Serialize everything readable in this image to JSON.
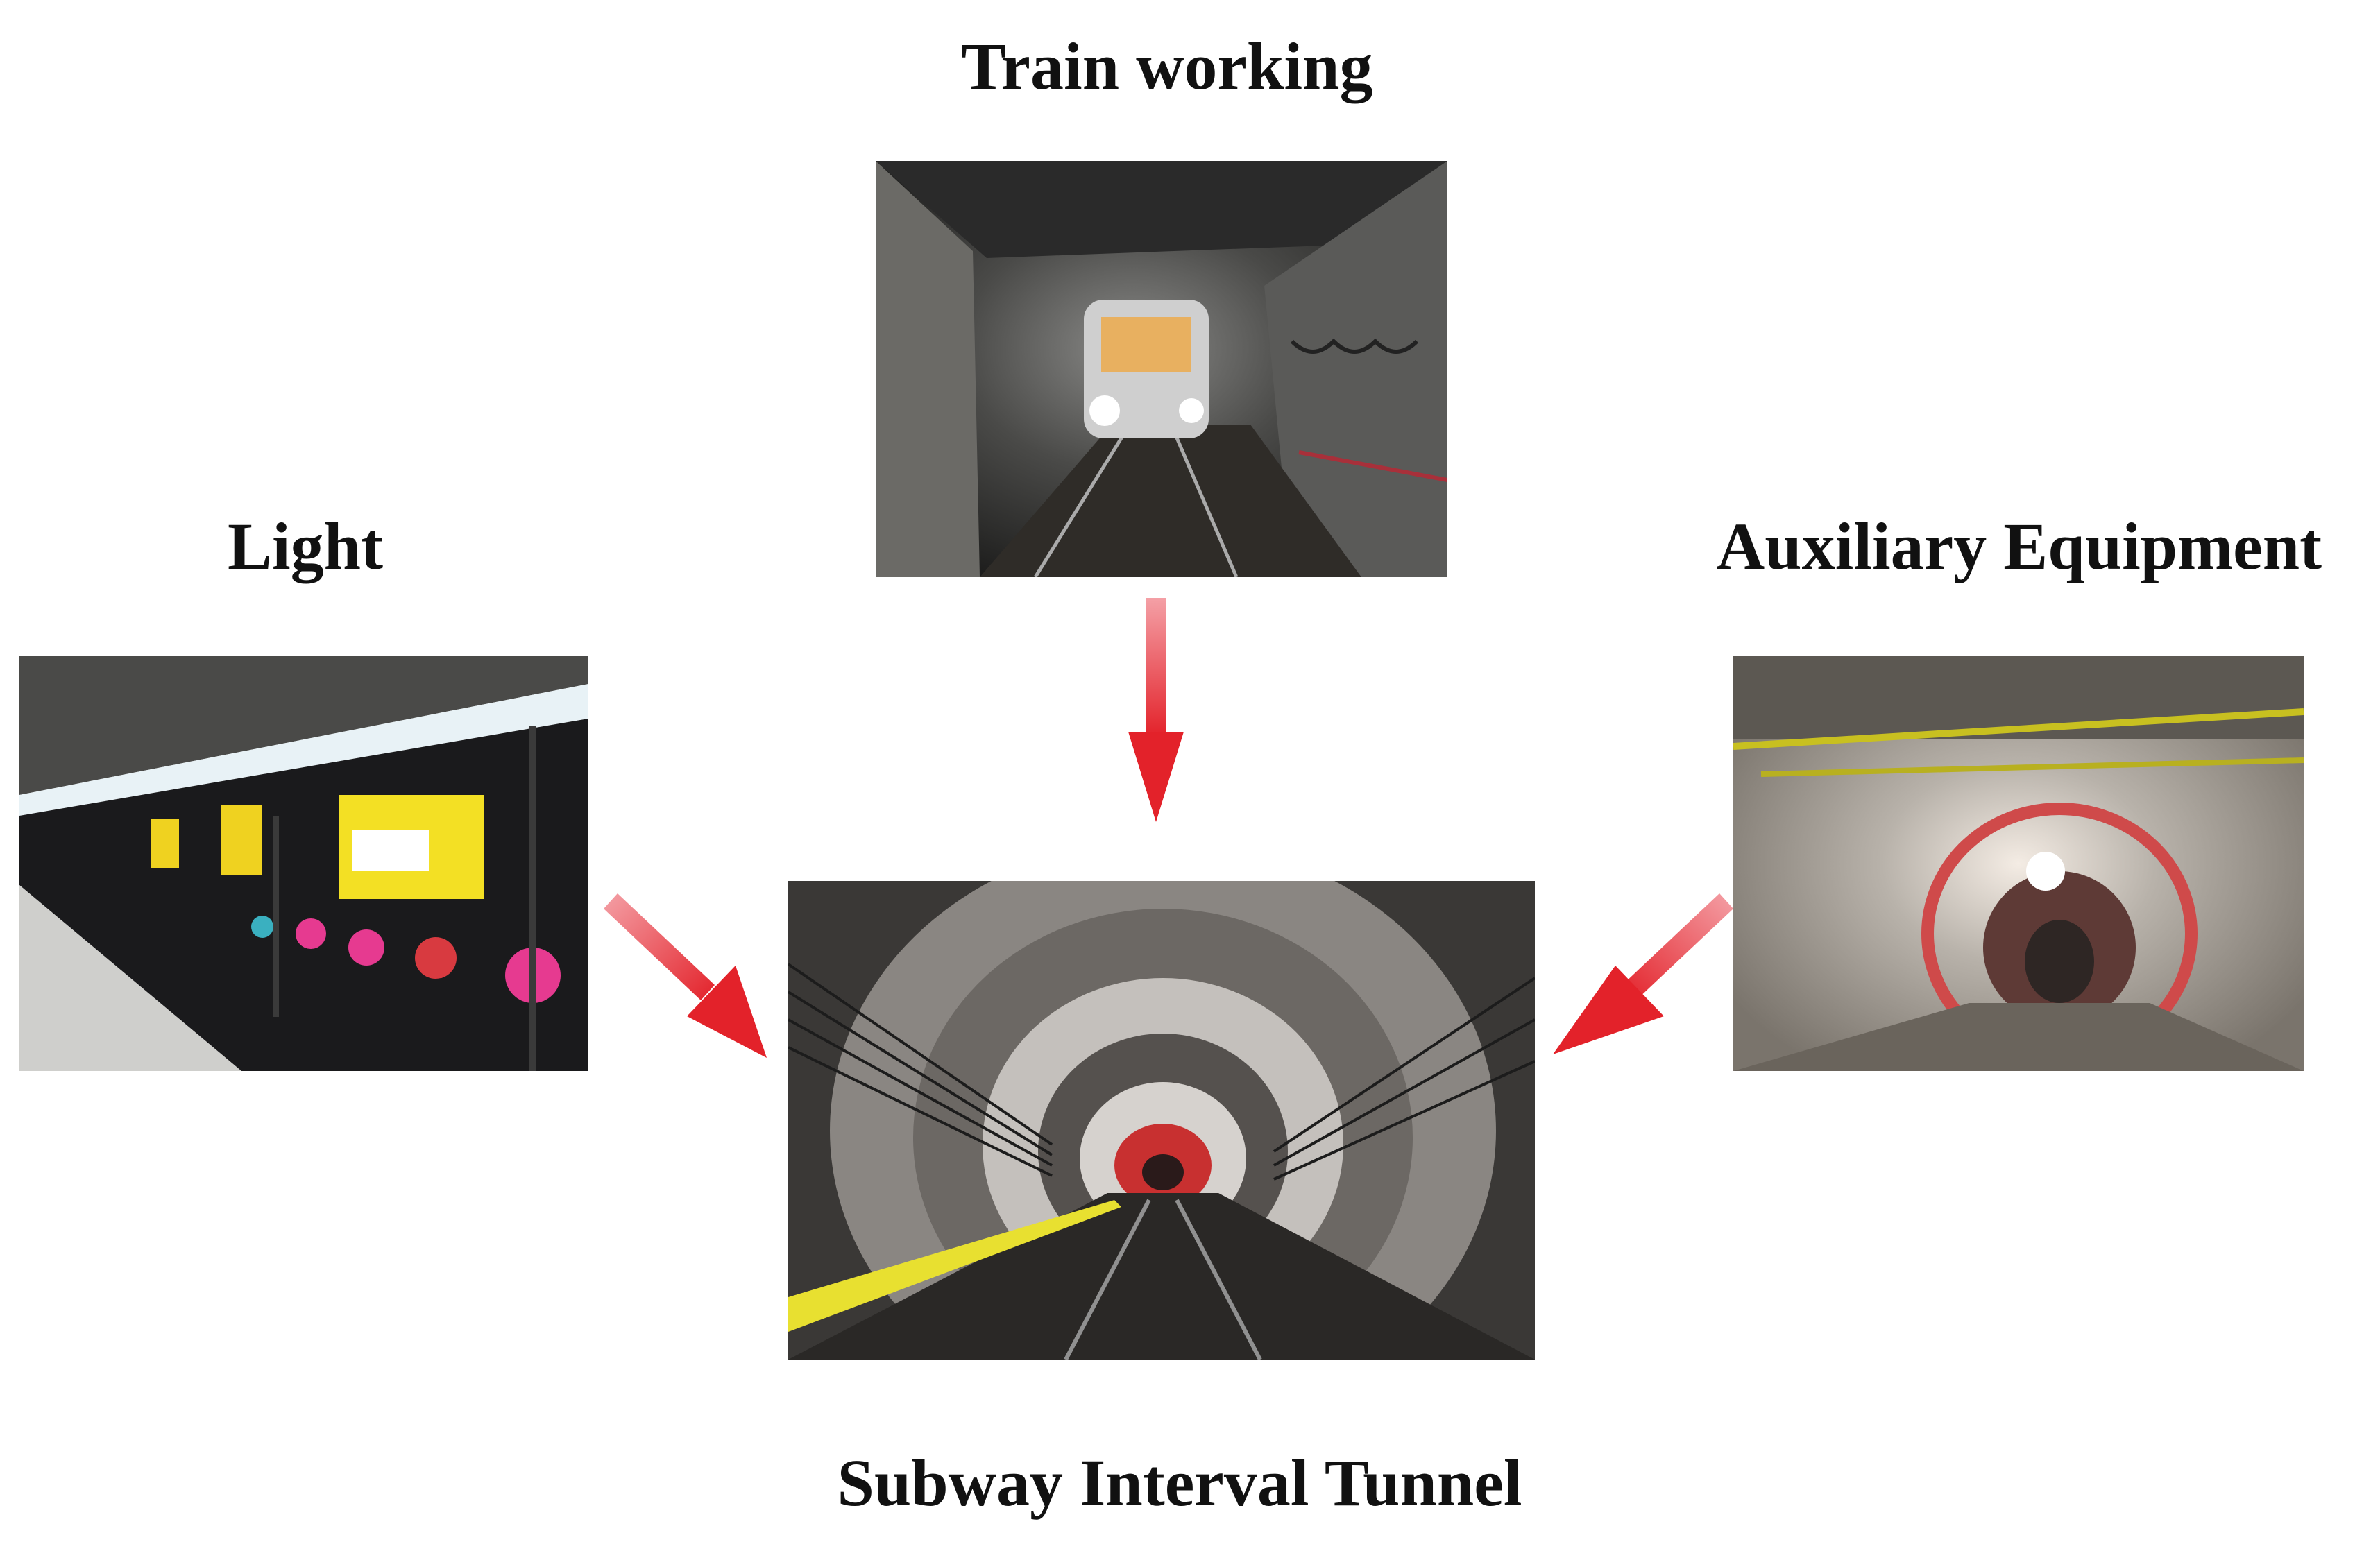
{
  "labels": {
    "train": "Train working",
    "light": "Light",
    "auxiliary": "Auxiliary Equipment",
    "tunnel": "Subway Interval Tunnel"
  },
  "colors": {
    "arrow": "#e3222a",
    "text": "#111111"
  }
}
